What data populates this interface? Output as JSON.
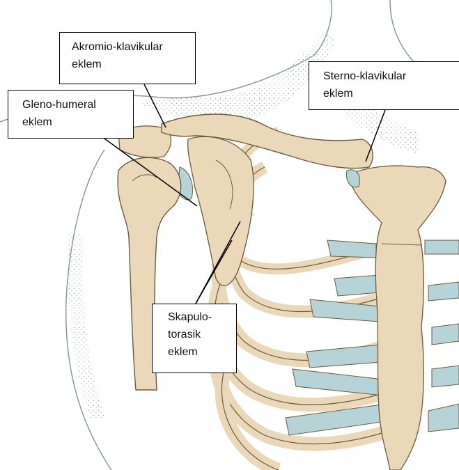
{
  "labels": {
    "akromio_klavikular": {
      "line1": "Akromio-klavikular",
      "line2": "eklem"
    },
    "sterno_klavikular": {
      "line1": "Sterno-klavikular",
      "line2": "eklem"
    },
    "gleno_humeral": {
      "line1": "Gleno-humeral",
      "line2": "eklem"
    },
    "skapulo_torasik": {
      "line1": "Skapulo-",
      "line2": "torasik",
      "line3": "eklem"
    }
  },
  "colors": {
    "bone": "#ead8b8",
    "bone_outline": "#6b5a3e",
    "cartilage": "#b6d3d8",
    "skin_outline": "#8f969b",
    "stipple": "#9aa0a6",
    "leader_line": "#000000"
  }
}
